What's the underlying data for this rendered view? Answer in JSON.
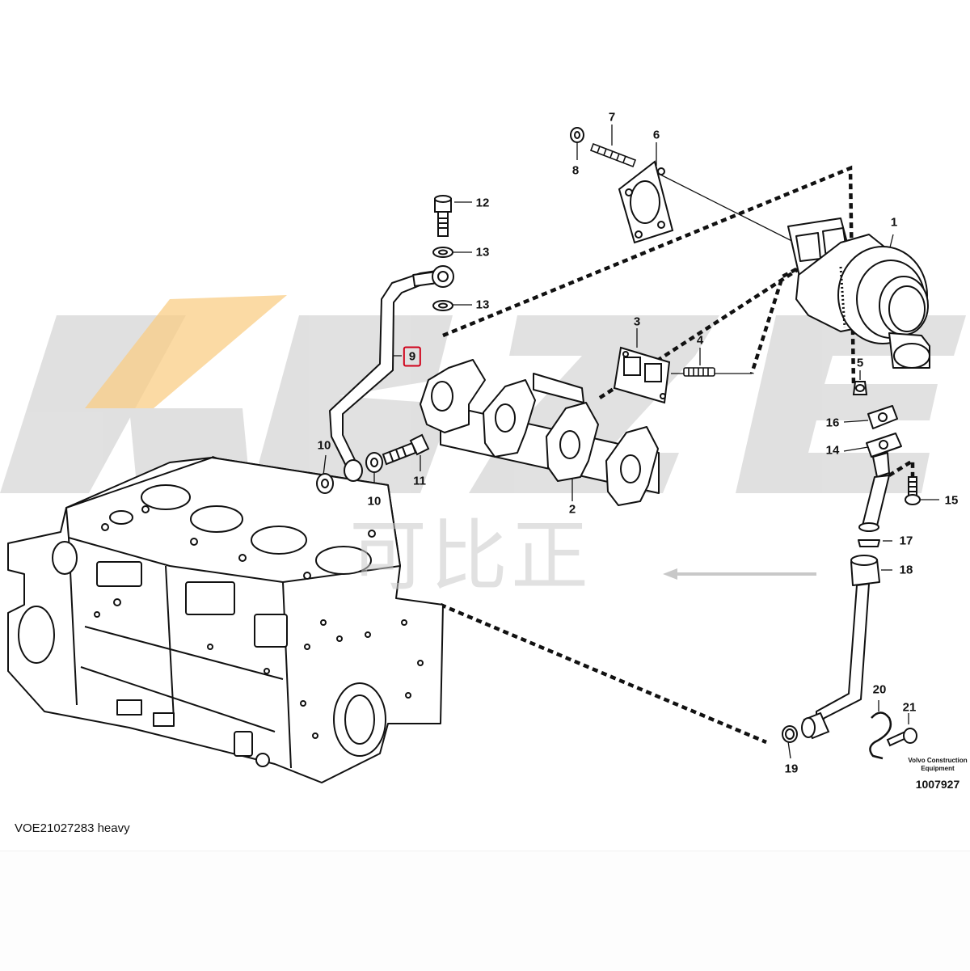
{
  "diagram": {
    "callouts": [
      {
        "id": "1",
        "label": "1"
      },
      {
        "id": "2",
        "label": "2"
      },
      {
        "id": "3",
        "label": "3"
      },
      {
        "id": "4",
        "label": "4"
      },
      {
        "id": "5",
        "label": "5"
      },
      {
        "id": "6",
        "label": "6"
      },
      {
        "id": "7",
        "label": "7"
      },
      {
        "id": "8",
        "label": "8"
      },
      {
        "id": "9",
        "label": "9",
        "highlighted": true
      },
      {
        "id": "10a",
        "label": "10"
      },
      {
        "id": "10b",
        "label": "10"
      },
      {
        "id": "11",
        "label": "11"
      },
      {
        "id": "12",
        "label": "12"
      },
      {
        "id": "13a",
        "label": "13"
      },
      {
        "id": "13b",
        "label": "13"
      },
      {
        "id": "14",
        "label": "14"
      },
      {
        "id": "15",
        "label": "15"
      },
      {
        "id": "16",
        "label": "16"
      },
      {
        "id": "17",
        "label": "17"
      },
      {
        "id": "18",
        "label": "18"
      },
      {
        "id": "19",
        "label": "19"
      },
      {
        "id": "20",
        "label": "20"
      },
      {
        "id": "21",
        "label": "21"
      }
    ],
    "highlight_color": "#d0021b",
    "manufacturer_line1": "Volvo Construction",
    "manufacturer_line2": "Equipment",
    "drawing_number": "1007927"
  },
  "caption": "VOE21027283 heavy",
  "watermark": {
    "latin": "KBZE",
    "cjk": "可比正",
    "color_gray": "#c8c8c8",
    "color_orange": "#f5a623"
  }
}
